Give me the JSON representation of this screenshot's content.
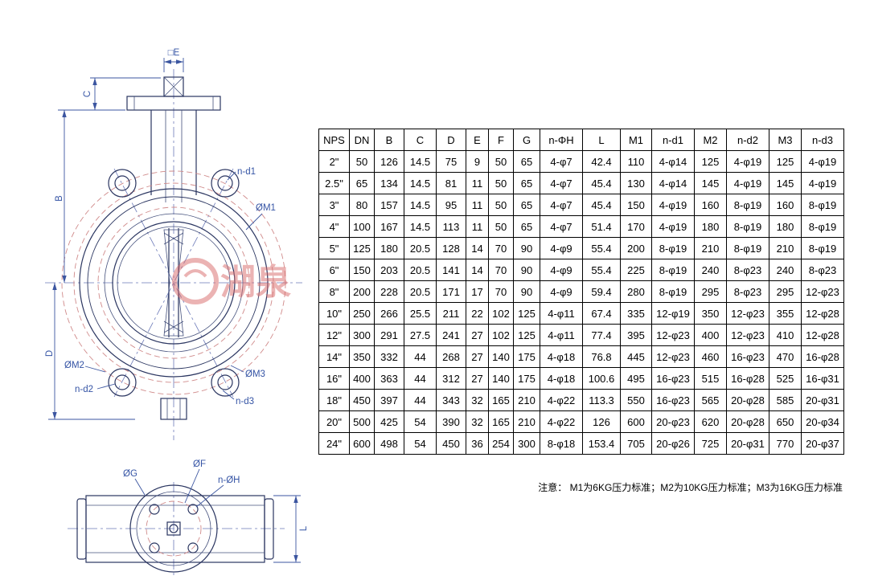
{
  "drawing": {
    "front": {
      "dim_e": "□E",
      "dim_c": "C",
      "dim_b": "B",
      "dim_d": "D",
      "label_n_d1": "n-d1",
      "label_m1": "ØM1",
      "label_m2": "ØM2",
      "label_n_d2": "n-d2",
      "label_m3": "ØM3",
      "label_n_d3": "n-d3"
    },
    "bottom": {
      "label_g": "ØG",
      "label_f": "ØF",
      "label_n_h": "n-ØH",
      "dim_l": "L"
    },
    "watermark": "湖泉"
  },
  "table": {
    "headers": [
      "NPS",
      "DN",
      "B",
      "C",
      "D",
      "E",
      "F",
      "G",
      "n-ΦH",
      "L",
      "M1",
      "n-d1",
      "M2",
      "n-d2",
      "M3",
      "n-d3"
    ],
    "rows": [
      [
        "2\"",
        "50",
        "126",
        "14.5",
        "75",
        "9",
        "50",
        "65",
        "4-φ7",
        "42.4",
        "110",
        "4-φ14",
        "125",
        "4-φ19",
        "125",
        "4-φ19"
      ],
      [
        "2.5\"",
        "65",
        "134",
        "14.5",
        "81",
        "11",
        "50",
        "65",
        "4-φ7",
        "45.4",
        "130",
        "4-φ14",
        "145",
        "4-φ19",
        "145",
        "4-φ19"
      ],
      [
        "3\"",
        "80",
        "157",
        "14.5",
        "95",
        "11",
        "50",
        "65",
        "4-φ7",
        "45.4",
        "150",
        "4-φ19",
        "160",
        "8-φ19",
        "160",
        "8-φ19"
      ],
      [
        "4\"",
        "100",
        "167",
        "14.5",
        "113",
        "11",
        "50",
        "65",
        "4-φ7",
        "51.4",
        "170",
        "4-φ19",
        "180",
        "8-φ19",
        "180",
        "8-φ19"
      ],
      [
        "5\"",
        "125",
        "180",
        "20.5",
        "128",
        "14",
        "70",
        "90",
        "4-φ9",
        "55.4",
        "200",
        "8-φ19",
        "210",
        "8-φ19",
        "210",
        "8-φ19"
      ],
      [
        "6\"",
        "150",
        "203",
        "20.5",
        "141",
        "14",
        "70",
        "90",
        "4-φ9",
        "55.4",
        "225",
        "8-φ19",
        "240",
        "8-φ23",
        "240",
        "8-φ23"
      ],
      [
        "8\"",
        "200",
        "228",
        "20.5",
        "171",
        "17",
        "70",
        "90",
        "4-φ9",
        "59.4",
        "280",
        "8-φ19",
        "295",
        "8-φ23",
        "295",
        "12-φ23"
      ],
      [
        "10\"",
        "250",
        "266",
        "25.5",
        "211",
        "22",
        "102",
        "125",
        "4-φ11",
        "67.4",
        "335",
        "12-φ19",
        "350",
        "12-φ23",
        "355",
        "12-φ28"
      ],
      [
        "12\"",
        "300",
        "291",
        "27.5",
        "241",
        "27",
        "102",
        "125",
        "4-φ11",
        "77.4",
        "395",
        "12-φ23",
        "400",
        "12-φ23",
        "410",
        "12-φ28"
      ],
      [
        "14\"",
        "350",
        "332",
        "44",
        "268",
        "27",
        "140",
        "175",
        "4-φ18",
        "76.8",
        "445",
        "12-φ23",
        "460",
        "16-φ23",
        "470",
        "16-φ28"
      ],
      [
        "16\"",
        "400",
        "363",
        "44",
        "312",
        "27",
        "140",
        "175",
        "4-φ18",
        "100.6",
        "495",
        "16-φ23",
        "515",
        "16-φ28",
        "525",
        "16-φ31"
      ],
      [
        "18\"",
        "450",
        "397",
        "44",
        "343",
        "32",
        "165",
        "210",
        "4-φ22",
        "113.3",
        "550",
        "16-φ23",
        "565",
        "20-φ28",
        "585",
        "20-φ31"
      ],
      [
        "20\"",
        "500",
        "425",
        "54",
        "390",
        "32",
        "165",
        "210",
        "4-φ22",
        "126",
        "600",
        "20-φ23",
        "620",
        "20-φ28",
        "650",
        "20-φ34"
      ],
      [
        "24\"",
        "600",
        "498",
        "54",
        "450",
        "36",
        "254",
        "300",
        "8-φ18",
        "153.4",
        "705",
        "20-φ26",
        "725",
        "20-φ31",
        "770",
        "20-φ37"
      ]
    ]
  },
  "note": "注意： M1为6KG压力标准；M2为10KG压力标准；M3为16KG压力标准",
  "colors": {
    "line": "#2a3560",
    "dimension": "#3b55a0",
    "pitch_circle": "#d08a8a",
    "watermark": "#d96a6a"
  }
}
